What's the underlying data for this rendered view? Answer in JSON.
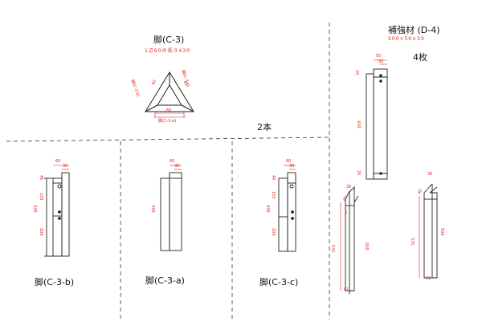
{
  "leg_main": {
    "title": "脚(C-3)",
    "note": "1辺60の長さ430",
    "tri_left": "脚(C-3-b)",
    "tri_right": "脚(C-3-c)",
    "tri_bottom": "脚(C-3-a)",
    "dim_60": "60",
    "dim_60b": "60",
    "dim_60c": "60"
  },
  "count_2": "2本",
  "brace": {
    "title": "補強材 (D-4)",
    "size": "500×50×30",
    "count": "4枚",
    "top_w": "50",
    "top_30": "30",
    "dim_20": "20",
    "dim_430": "430",
    "dim_20b": "20",
    "left_30": "30",
    "left_40": "40",
    "left_5": "5",
    "left_531": "531",
    "left_500": "500",
    "left_61": "61",
    "right_30": "30",
    "right_40": "40",
    "right_531": "531",
    "right_500": "500",
    "right_61": "61"
  },
  "panel_b": {
    "label": "脚(C-3-b)",
    "w60": "60",
    "w30": "30",
    "d430": "430",
    "d45": "45",
    "d155": "155",
    "d200": "200"
  },
  "panel_a": {
    "label": "脚(C-3-a)",
    "w60": "60",
    "w30": "30",
    "d430": "430"
  },
  "panel_c": {
    "label": "脚(C-3-c)",
    "w60": "60",
    "w30": "30",
    "d430": "430",
    "d40": "40",
    "d155": "155",
    "d200": "200"
  },
  "colors": {
    "line": "#222222",
    "dim": "#e0201a",
    "dash": "#333333"
  }
}
